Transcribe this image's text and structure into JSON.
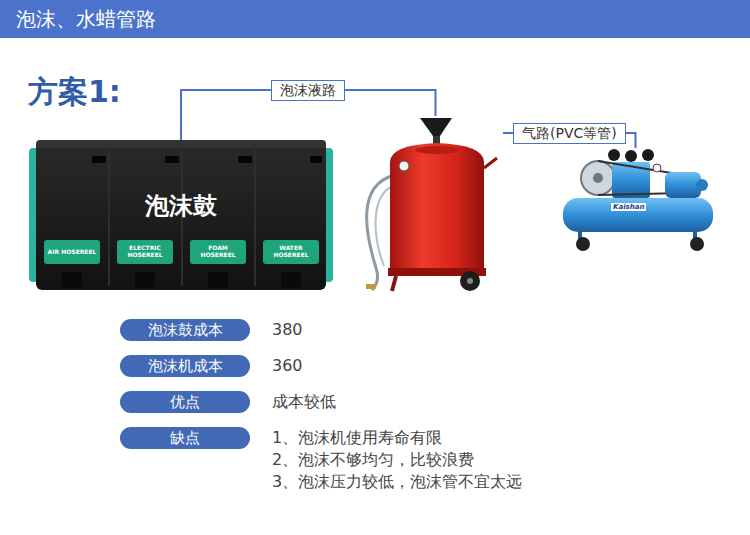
{
  "diagram": {
    "title": "泡沫、水蜡管路",
    "nodes": [
      {
        "text": [
          "泡沫鼓"
        ]
      },
      {
        "text": [
          "AIR HOSEREEL"
        ],
        "in": 0
      },
      {
        "text": [
          "ELECTRIC HOSEREEL"
        ],
        "in": 0
      },
      {
        "text": [
          "FOAM HOSEREEL"
        ],
        "in": 0
      },
      {
        "text": [
          "WATER HOSEREEL"
        ],
        "in": 0
      },
      {
        "text": []
      },
      {
        "text": [
          "Kaishan"
        ]
      },
      {
        "text": [
          "泡沫鼓成本"
        ]
      },
      {
        "text": [
          "泡沫机成本"
        ]
      },
      {
        "text": [
          "优点"
        ]
      },
      {
        "text": [
          "缺点"
        ]
      }
    ],
    "edges": [
      {
        "from": 0,
        "to": 5,
        "label": "泡沫液路",
        "arrow": "none"
      },
      {
        "from": 5,
        "to": 6,
        "label": "气路(PVC等管)",
        "arrow": "none"
      }
    ],
    "labels": [
      "方案1:",
      "380",
      "360",
      "成本较低",
      "1、泡沫机使用寿命有限",
      "2、泡沫不够均匀，比较浪费",
      "3、泡沫压力较低，泡沫管不宜太远"
    ]
  }
}
